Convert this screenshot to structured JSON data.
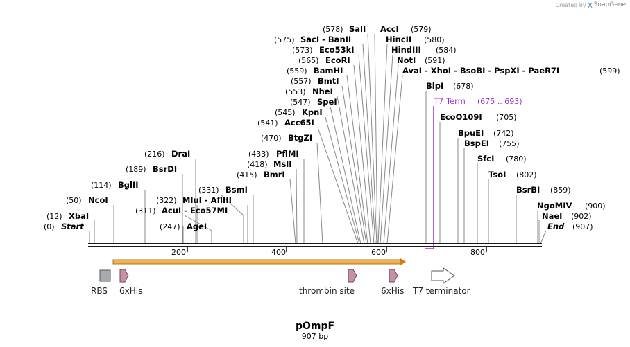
{
  "credit": {
    "prefix": "Created by",
    "brand": "SnapGene"
  },
  "plasmid": {
    "name": "pOmpF",
    "length_label": "907 bp",
    "length": 907
  },
  "axis": {
    "ticks": [
      "200",
      "400",
      "600",
      "800"
    ]
  },
  "sites": [
    {
      "pos": "(0)",
      "name": "Start",
      "italic": true
    },
    {
      "pos": "(12)",
      "name": "XbaI"
    },
    {
      "pos": "(50)",
      "name": "NcoI"
    },
    {
      "pos": "(114)",
      "name": "BglII"
    },
    {
      "pos": "(189)",
      "name": "BsrDI"
    },
    {
      "pos": "(216)",
      "name": "DraI"
    },
    {
      "pos": "(247)",
      "name": "AgeI"
    },
    {
      "pos": "(311)",
      "name": "AcuI - Eco57MI"
    },
    {
      "pos": "(322)",
      "name": "MluI - AflIII"
    },
    {
      "pos": "(331)",
      "name": "BsmI"
    },
    {
      "pos": "(415)",
      "name": "BmrI"
    },
    {
      "pos": "(418)",
      "name": "MslI"
    },
    {
      "pos": "(433)",
      "name": "PflMI"
    },
    {
      "pos": "(470)",
      "name": "BtgZI"
    },
    {
      "pos": "(541)",
      "name": "Acc65I"
    },
    {
      "pos": "(545)",
      "name": "KpnI"
    },
    {
      "pos": "(547)",
      "name": "SpeI"
    },
    {
      "pos": "(553)",
      "name": "NheI"
    },
    {
      "pos": "(557)",
      "name": "BmtI"
    },
    {
      "pos": "(559)",
      "name": "BamHI"
    },
    {
      "pos": "(565)",
      "name": "EcoRI"
    },
    {
      "pos": "(573)",
      "name": "Eco53kI"
    },
    {
      "pos": "(575)",
      "name": "SacI - BanII"
    },
    {
      "pos": "(578)",
      "name": "SalI"
    },
    {
      "pos": "(579)",
      "name": "AccI"
    },
    {
      "pos": "(580)",
      "name": "HincII"
    },
    {
      "pos": "(584)",
      "name": "HindIII"
    },
    {
      "pos": "(591)",
      "name": "NotI"
    },
    {
      "pos": "(599)",
      "name": "AvaI - XhoI - BsoBI - PspXI - PaeR7I"
    },
    {
      "pos": "(678)",
      "name": "BlpI"
    },
    {
      "pos": "(675 .. 693)",
      "name": "T7 Term",
      "feature": true
    },
    {
      "pos": "(705)",
      "name": "EcoO109I"
    },
    {
      "pos": "(742)",
      "name": "BpuEI"
    },
    {
      "pos": "(755)",
      "name": "BspEI"
    },
    {
      "pos": "(780)",
      "name": "SfcI"
    },
    {
      "pos": "(802)",
      "name": "TsoI"
    },
    {
      "pos": "(859)",
      "name": "BsrBI"
    },
    {
      "pos": "(900)",
      "name": "NgoMIV"
    },
    {
      "pos": "(902)",
      "name": "NaeI"
    },
    {
      "pos": "(907)",
      "name": "End",
      "italic": true
    }
  ],
  "features": [
    {
      "label": "RBS",
      "icon": "rbs-box-icon"
    },
    {
      "label": "6xHis",
      "icon": "tag-arrow-icon"
    },
    {
      "label": "thrombin site",
      "icon": "tag-arrow-icon"
    },
    {
      "label": "6xHis",
      "icon": "tag-arrow-icon"
    },
    {
      "label": "T7 terminator",
      "icon": "terminator-arrow-icon"
    }
  ],
  "colors": {
    "backbone": "#1a1a1a",
    "orf": "#f2b24a",
    "orf_outline": "#a8742a",
    "t7term": "#9b30d6",
    "tag": "#c890a8",
    "rbs": "#a7aab0"
  }
}
